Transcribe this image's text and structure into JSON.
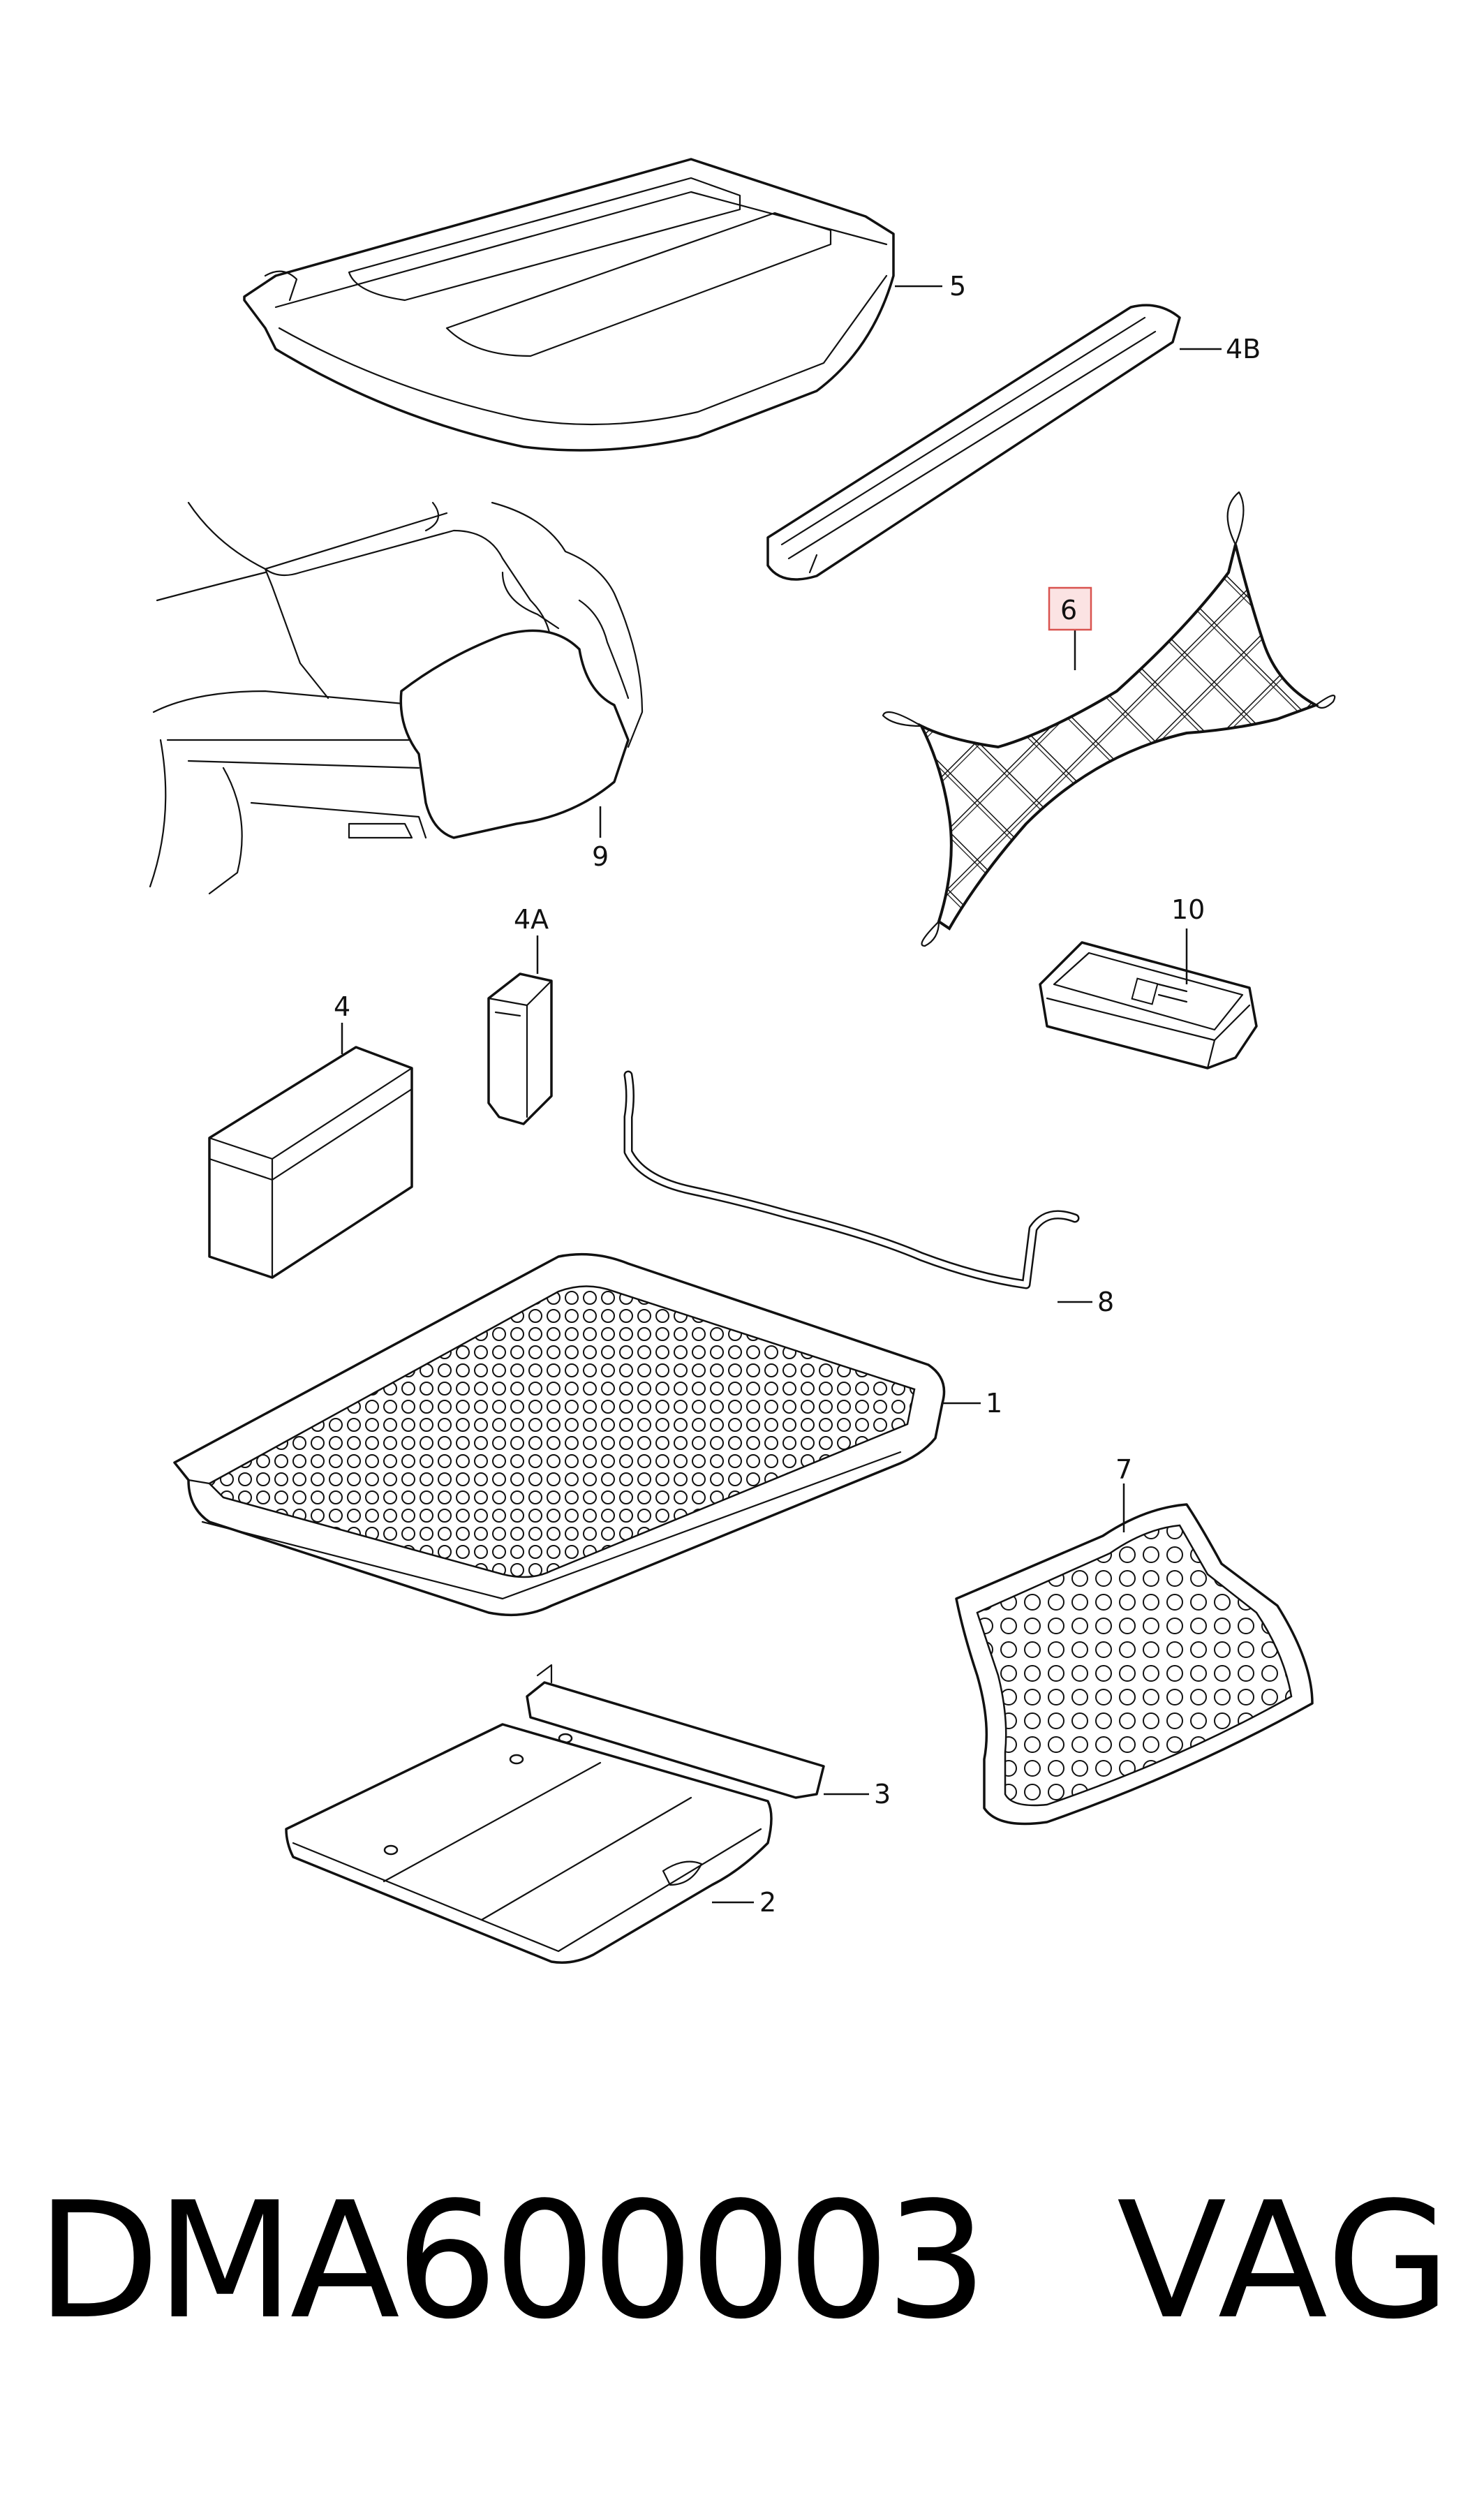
{
  "diagram": {
    "callouts": {
      "c1": "1",
      "c2": "2",
      "c3": "3",
      "c4": "4",
      "c4a": "4A",
      "c4b": "4B",
      "c5": "5",
      "c6": "6",
      "c7": "7",
      "c8": "8",
      "c9": "9",
      "c10": "10"
    },
    "highlighted_callout": "6",
    "highlight_color": "#d9534f"
  },
  "footer": {
    "part_number": "DMA600003",
    "brand": "VAG"
  }
}
